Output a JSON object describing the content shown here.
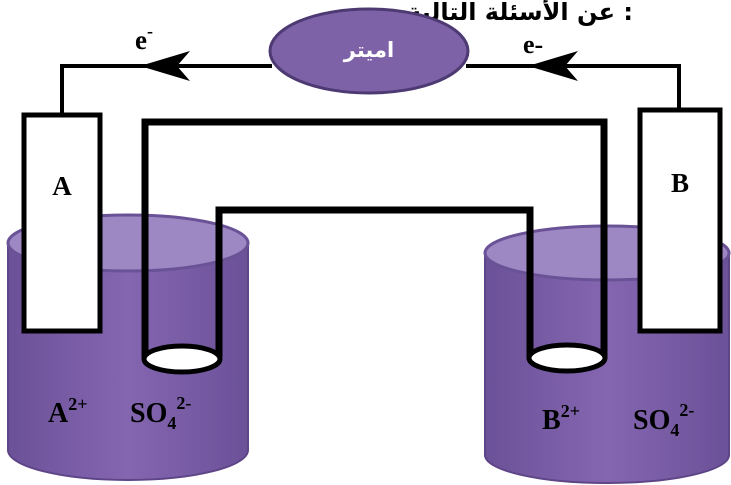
{
  "header": {
    "text": "عن الأسئلة التالية :"
  },
  "ammeter": {
    "label": "اميتر"
  },
  "electron_left": {
    "base": "e",
    "sup": "-"
  },
  "electron_right": {
    "label": "e-"
  },
  "electrodes": {
    "left": "A",
    "right": "B"
  },
  "beaker_left": {
    "cation_base": "A",
    "cation_sup": "2+",
    "anion_base": "SO",
    "anion_sub": "4",
    "anion_sup": "2-"
  },
  "beaker_right": {
    "cation_base": "B",
    "cation_sup": "2+",
    "anion_base": "SO",
    "anion_sub": "4",
    "anion_sup": "2-"
  },
  "colors": {
    "solution": "#7a5fa5",
    "solution_top": "#9b86c2",
    "beaker_rim": "#6a5296",
    "ammeter": "#7d62a8"
  }
}
